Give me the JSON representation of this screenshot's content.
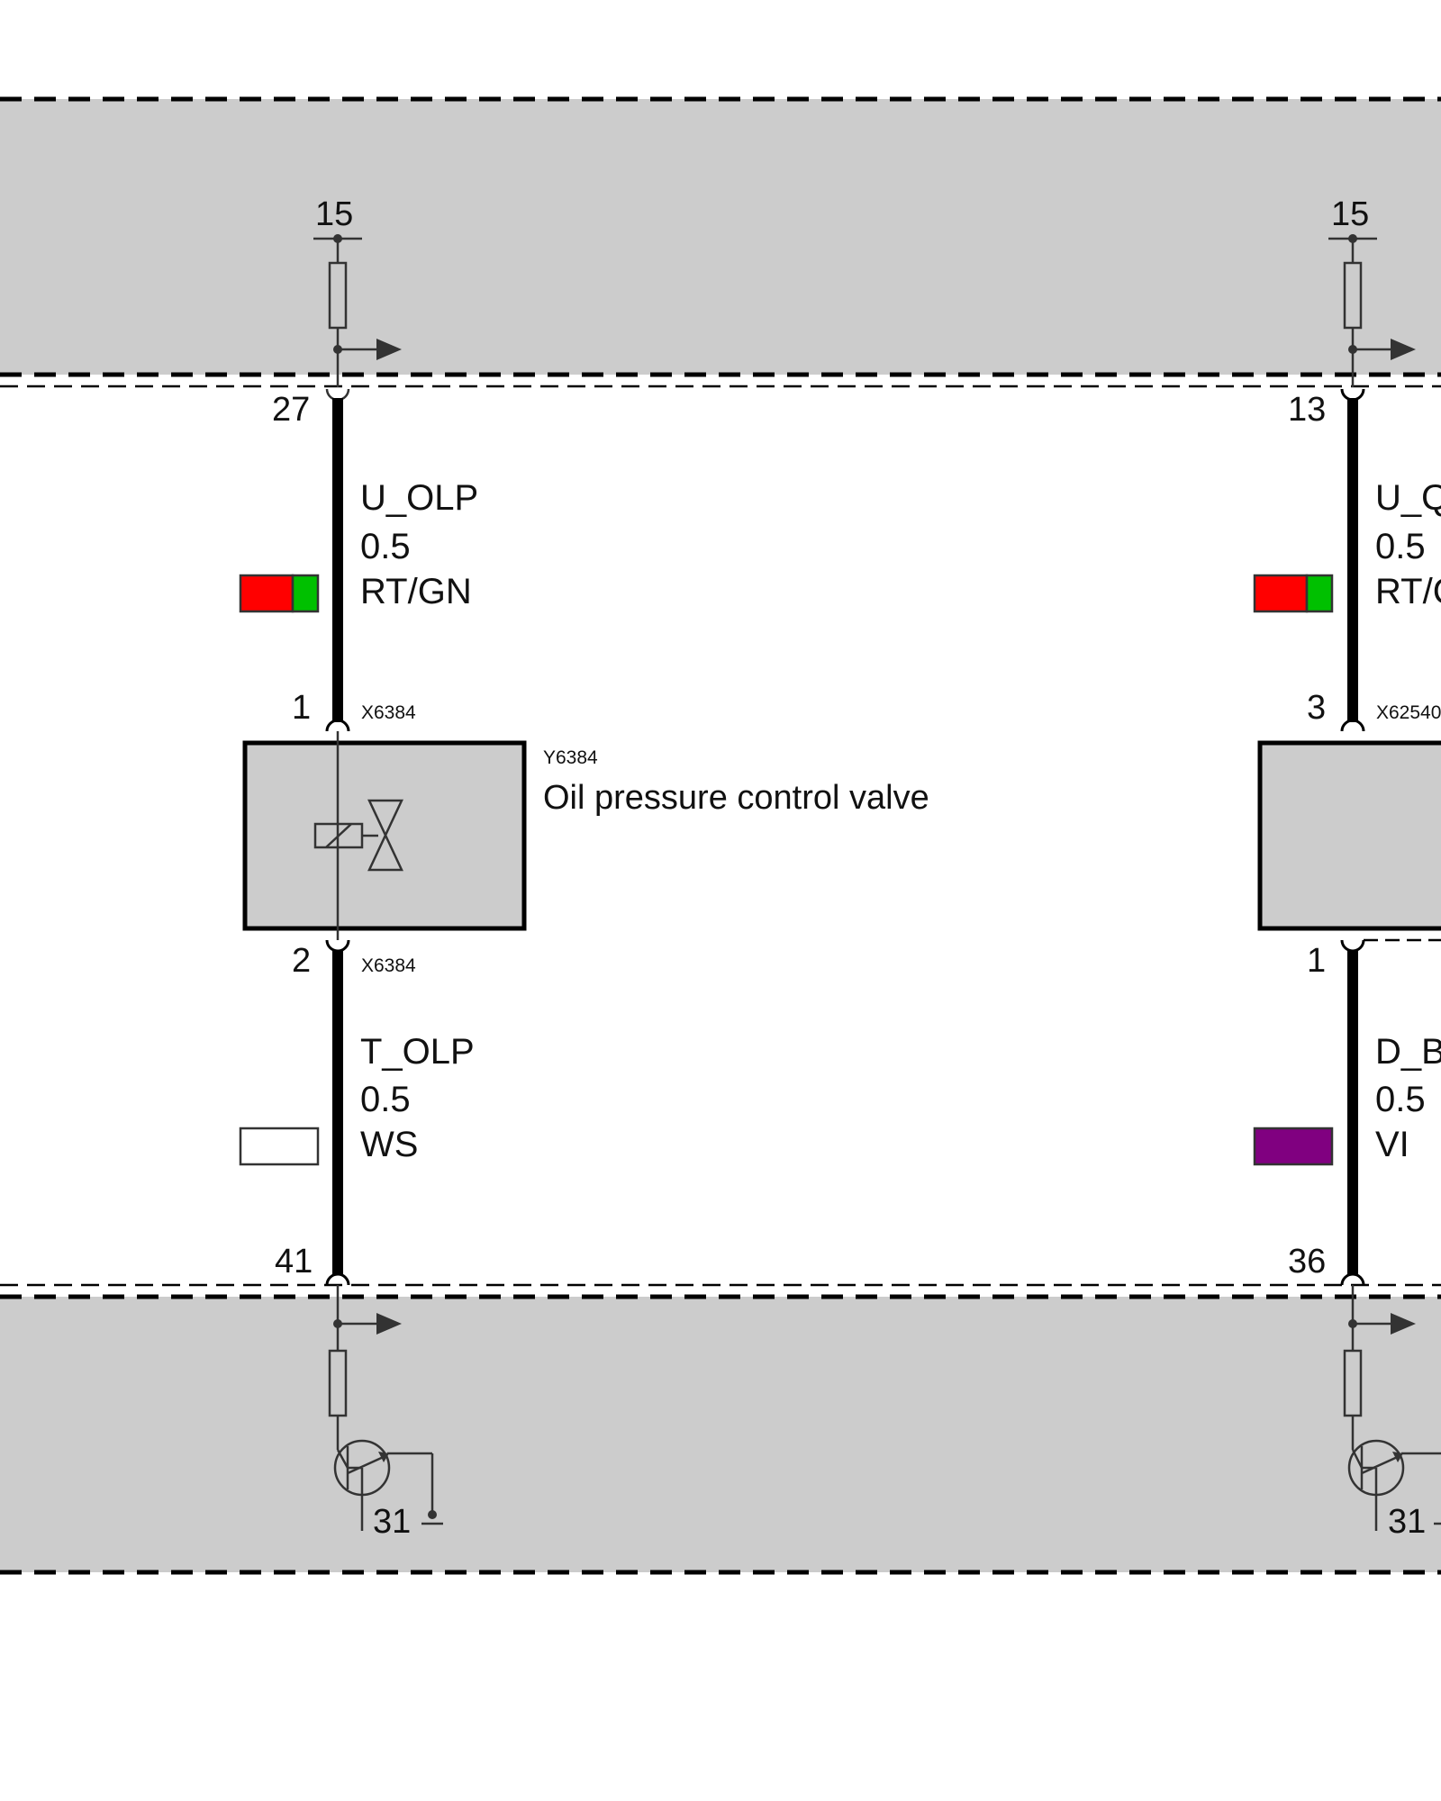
{
  "top_left": {
    "term": "15",
    "pin": "27"
  },
  "top_right": {
    "term": "15",
    "pin": "13"
  },
  "wire_left_top": {
    "name": "U_OLP",
    "size": "0.5",
    "color": "RT/GN"
  },
  "wire_right_top": {
    "name": "U_Q",
    "size": "0.5",
    "color": "RT/C"
  },
  "comp_left": {
    "pin_top": "1",
    "conn_top": "X6384",
    "id": "Y6384",
    "name": "Oil pressure control valve",
    "pin_bottom": "2",
    "conn_bottom": "X6384"
  },
  "comp_right": {
    "pin_top": "3",
    "conn_top": "X62540",
    "pin_bottom": "1"
  },
  "wire_left_bottom": {
    "name": "T_OLP",
    "size": "0.5",
    "color": "WS"
  },
  "wire_right_bottom": {
    "name": "D_B",
    "size": "0.5",
    "color": "VI"
  },
  "bottom_left": {
    "pin": "41",
    "ground": "31"
  },
  "bottom_right": {
    "pin": "36",
    "ground": "31"
  },
  "colors": {
    "module_fill": "#cccccc",
    "rt": "#ff0000",
    "gn": "#00c000",
    "ws": "#ffffff",
    "vi": "#800080"
  }
}
